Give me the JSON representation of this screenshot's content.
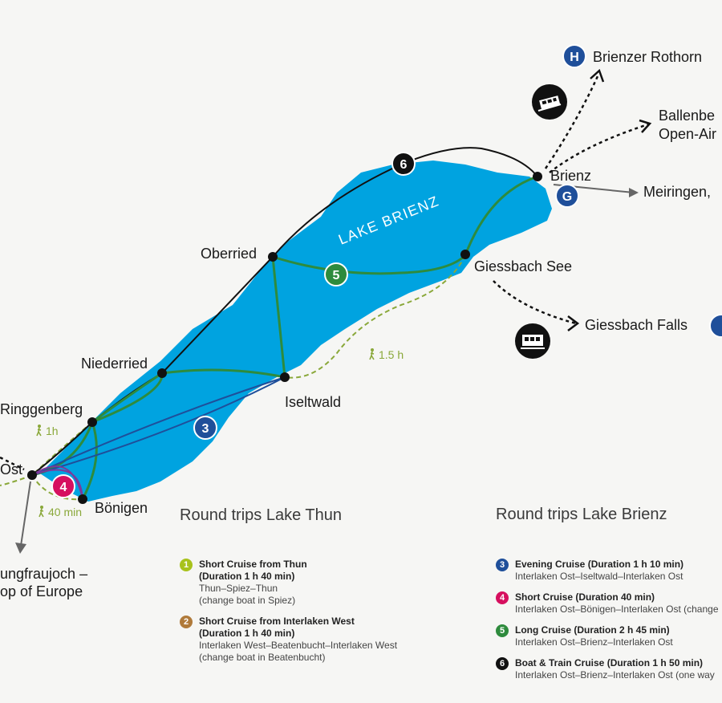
{
  "map": {
    "lake_name": "LAKE BRIENZ",
    "colors": {
      "lake": "#00a3e0",
      "route_green": "#2e8b3d",
      "route_blue": "#1f4f9a",
      "route_magenta": "#d6105f",
      "route_black": "#111111",
      "walk": "#8aa83a",
      "arrow": "#666666"
    },
    "stations": {
      "brienz": "Brienz",
      "giessbach_see": "Giessbach See",
      "oberried": "Oberried",
      "niederried": "Niederried",
      "iseltwald": "Iseltwald",
      "ringgenberg": "Ringgenberg",
      "boenigen": "Bönigen",
      "interlaken_ost_partial": "Ost"
    },
    "destinations": {
      "brienzer_rothorn": "Brienzer Rothorn",
      "ballenberg_line1": "Ballenbe",
      "ballenberg_line2": "Open-Air",
      "meiringen": "Meiringen,",
      "giessbach_falls": "Giessbach Falls",
      "jungfraujoch_line1": "ungfraujoch –",
      "jungfraujoch_line2": "op of Europe"
    },
    "badges": {
      "six": "6",
      "five": "5",
      "three": "3",
      "four": "4",
      "h": "H",
      "g": "G"
    },
    "walks": {
      "giessbach_iseltwald": "1.5 h",
      "ringgenberg": "1h",
      "boenigen": "40 min"
    },
    "icons": {
      "cogwheel_train": "cog-railway-icon",
      "funicular": "funicular-icon",
      "walker": "walker-icon"
    }
  },
  "legend_thun": {
    "title": "Round trips Lake Thun",
    "items": [
      {
        "num": "1",
        "color": "#a8c21c",
        "title": "Short Cruise from Thun",
        "duration": "(Duration 1 h 40 min)",
        "route": "Thun–Spiez–Thun",
        "note": "(change boat in Spiez)"
      },
      {
        "num": "2",
        "color": "#b07a3a",
        "title": "Short Cruise from Interlaken West",
        "duration": "(Duration 1 h 40 min)",
        "route": "Interlaken West–Beatenbucht–Interlaken West",
        "note": "(change boat in Beatenbucht)"
      }
    ]
  },
  "legend_brienz": {
    "title": "Round trips Lake Brienz",
    "items": [
      {
        "num": "3",
        "color": "#1f4f9a",
        "title": "Evening Cruise (Duration 1 h 10 min)",
        "route": "Interlaken Ost–Iseltwald–Interlaken Ost"
      },
      {
        "num": "4",
        "color": "#d6105f",
        "title": "Short Cruise (Duration 40 min)",
        "route": "Interlaken Ost–Bönigen–Interlaken Ost (change"
      },
      {
        "num": "5",
        "color": "#2e8b3d",
        "title": "Long Cruise (Duration 2 h 45 min)",
        "route": "Interlaken Ost–Brienz–Interlaken Ost"
      },
      {
        "num": "6",
        "color": "#111111",
        "title": "Boat & Train Cruise (Duration 1 h 50 min)",
        "route": "Interlaken Ost–Brienz–Interlaken Ost (one way"
      }
    ]
  }
}
